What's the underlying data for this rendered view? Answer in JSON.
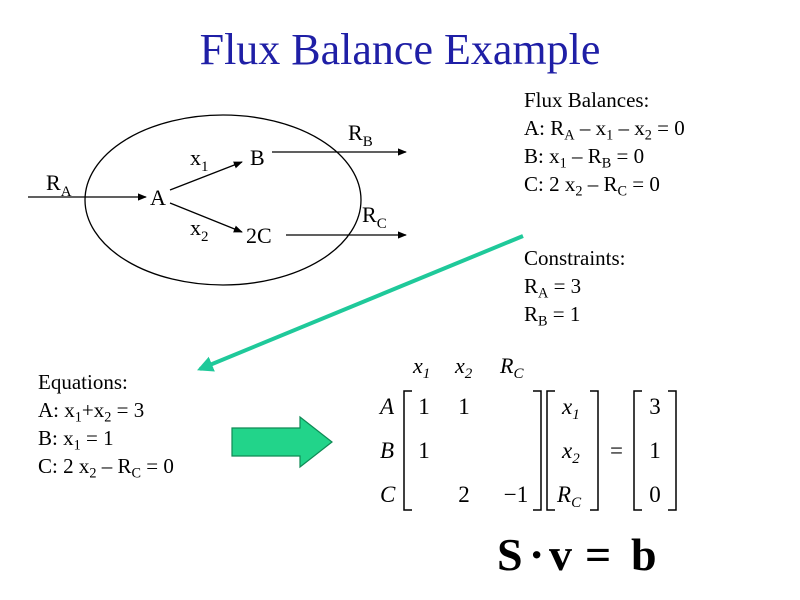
{
  "title": "Flux Balance Example",
  "network": {
    "node_a": "A",
    "node_b": "B",
    "node_2c": "2C",
    "ra": {
      "base": "R",
      "sub": "A"
    },
    "rb": {
      "base": "R",
      "sub": "B"
    },
    "rc": {
      "base": "R",
      "sub": "C"
    },
    "x1": {
      "base": "x",
      "sub": "1"
    },
    "x2": {
      "base": "x",
      "sub": "2"
    }
  },
  "balances": {
    "heading": "Flux Balances:",
    "line_a": {
      "p1": "A: R",
      "s1": "A",
      "p2": " – x",
      "s2": "1",
      "p3": " – x",
      "s3": "2",
      "p4": " = 0"
    },
    "line_b": {
      "p1": "B: x",
      "s1": "1",
      "p2": " – R",
      "s2": "B",
      "p3": " = 0"
    },
    "line_c": {
      "p1": "C: 2 x",
      "s1": "2",
      "p2": " – R",
      "s2": "C",
      "p3": " = 0"
    }
  },
  "constraints": {
    "heading": "Constraints:",
    "line_1": {
      "p1": "R",
      "s1": "A",
      "p2": " = 3"
    },
    "line_2": {
      "p1": "R",
      "s1": "B",
      "p2": " = 1"
    }
  },
  "equations": {
    "heading": "Equations:",
    "line_a": {
      "p1": "A: x",
      "s1": "1",
      "p2": "+x",
      "s2": "2",
      "p3": " = 3"
    },
    "line_b": {
      "p1": "B: x",
      "s1": "1",
      "p2": " = 1"
    },
    "line_c": {
      "p1": "C: 2 x",
      "s1": "2",
      "p2": " – R",
      "s2": "C",
      "p3": " = 0"
    }
  },
  "matrix": {
    "col_headers": [
      {
        "base": "x",
        "sub": "1"
      },
      {
        "base": "x",
        "sub": "2"
      },
      {
        "base": "R",
        "sub": "C"
      }
    ],
    "row_labels": [
      "A",
      "B",
      "C"
    ],
    "rows": [
      [
        "1",
        "1",
        ""
      ],
      [
        "1",
        "",
        ""
      ],
      [
        "",
        "2",
        "−1"
      ]
    ],
    "vector": [
      {
        "base": "x",
        "sub": "1"
      },
      {
        "base": "x",
        "sub": "2"
      },
      {
        "base": "R",
        "sub": "C"
      }
    ],
    "equals": "=",
    "rhs": [
      "3",
      "1",
      "0"
    ]
  },
  "formula": {
    "s": "S",
    "dot": "·",
    "v": "v",
    "eq": "=",
    "b": "b"
  },
  "colors": {
    "title": "#1f1fa6",
    "teal_arrow": "#1fc99a",
    "green_arrow_fill": "#22d48a",
    "green_arrow_stroke": "#0f8a55"
  }
}
